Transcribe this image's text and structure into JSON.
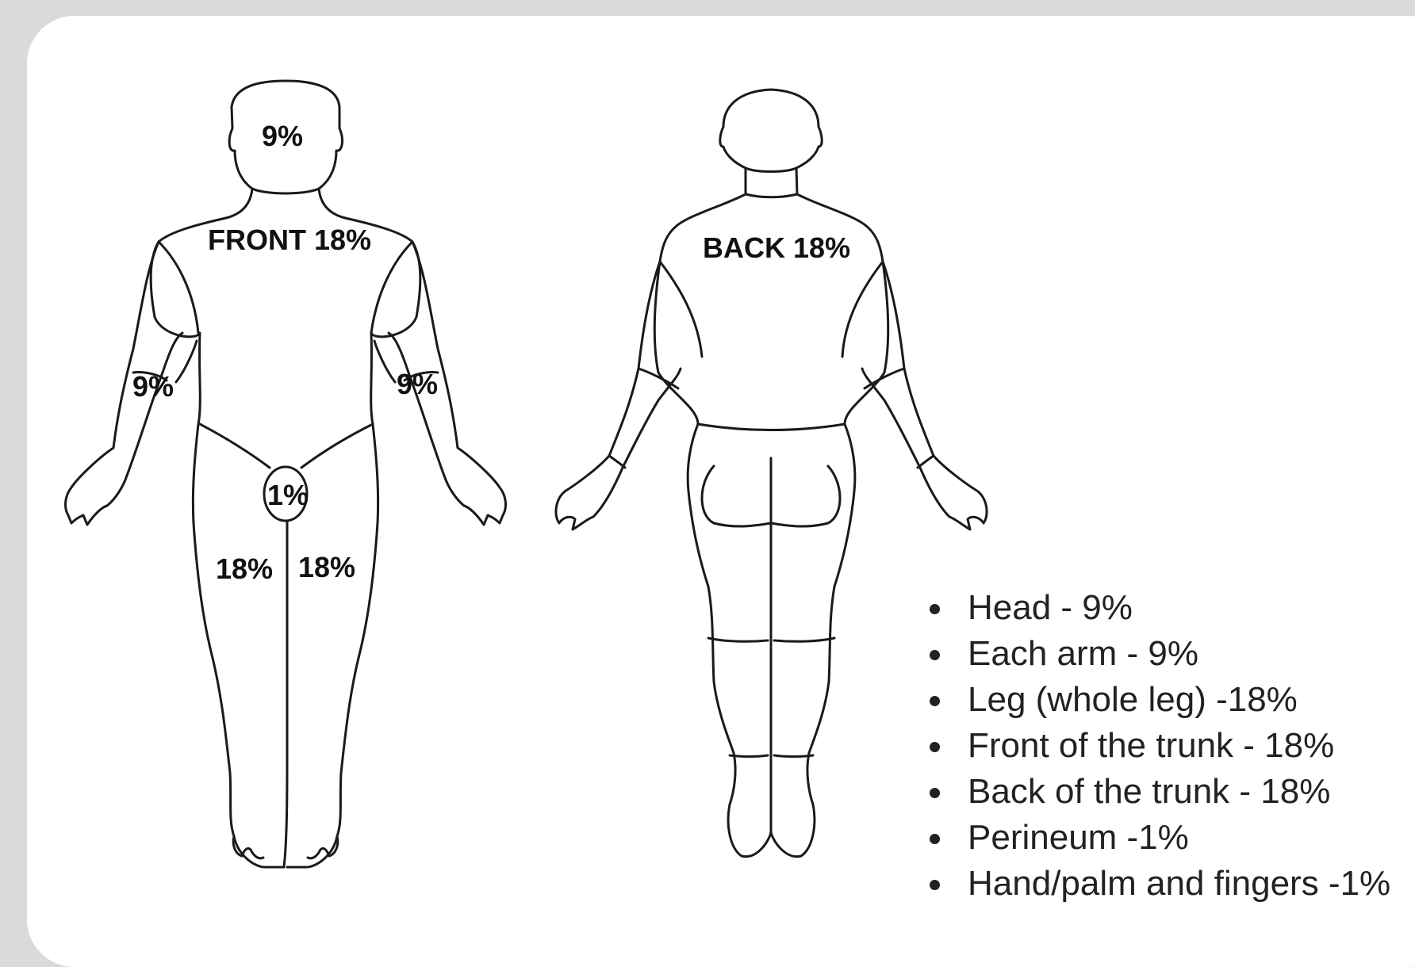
{
  "front_figure": {
    "head": "9%",
    "trunk": "FRONT 18%",
    "right_arm": "9%",
    "left_arm": "9%",
    "perineum": "1%",
    "right_leg": "18%",
    "left_leg": "18%"
  },
  "back_figure": {
    "trunk": "BACK 18%"
  },
  "legend": [
    "Head - 9%",
    "Each arm - 9%",
    "Leg (whole leg) -18%",
    "Front of the trunk - 18%",
    "Back of the trunk - 18%",
    "Perineum -1%",
    "Hand/palm and fingers -1%"
  ]
}
